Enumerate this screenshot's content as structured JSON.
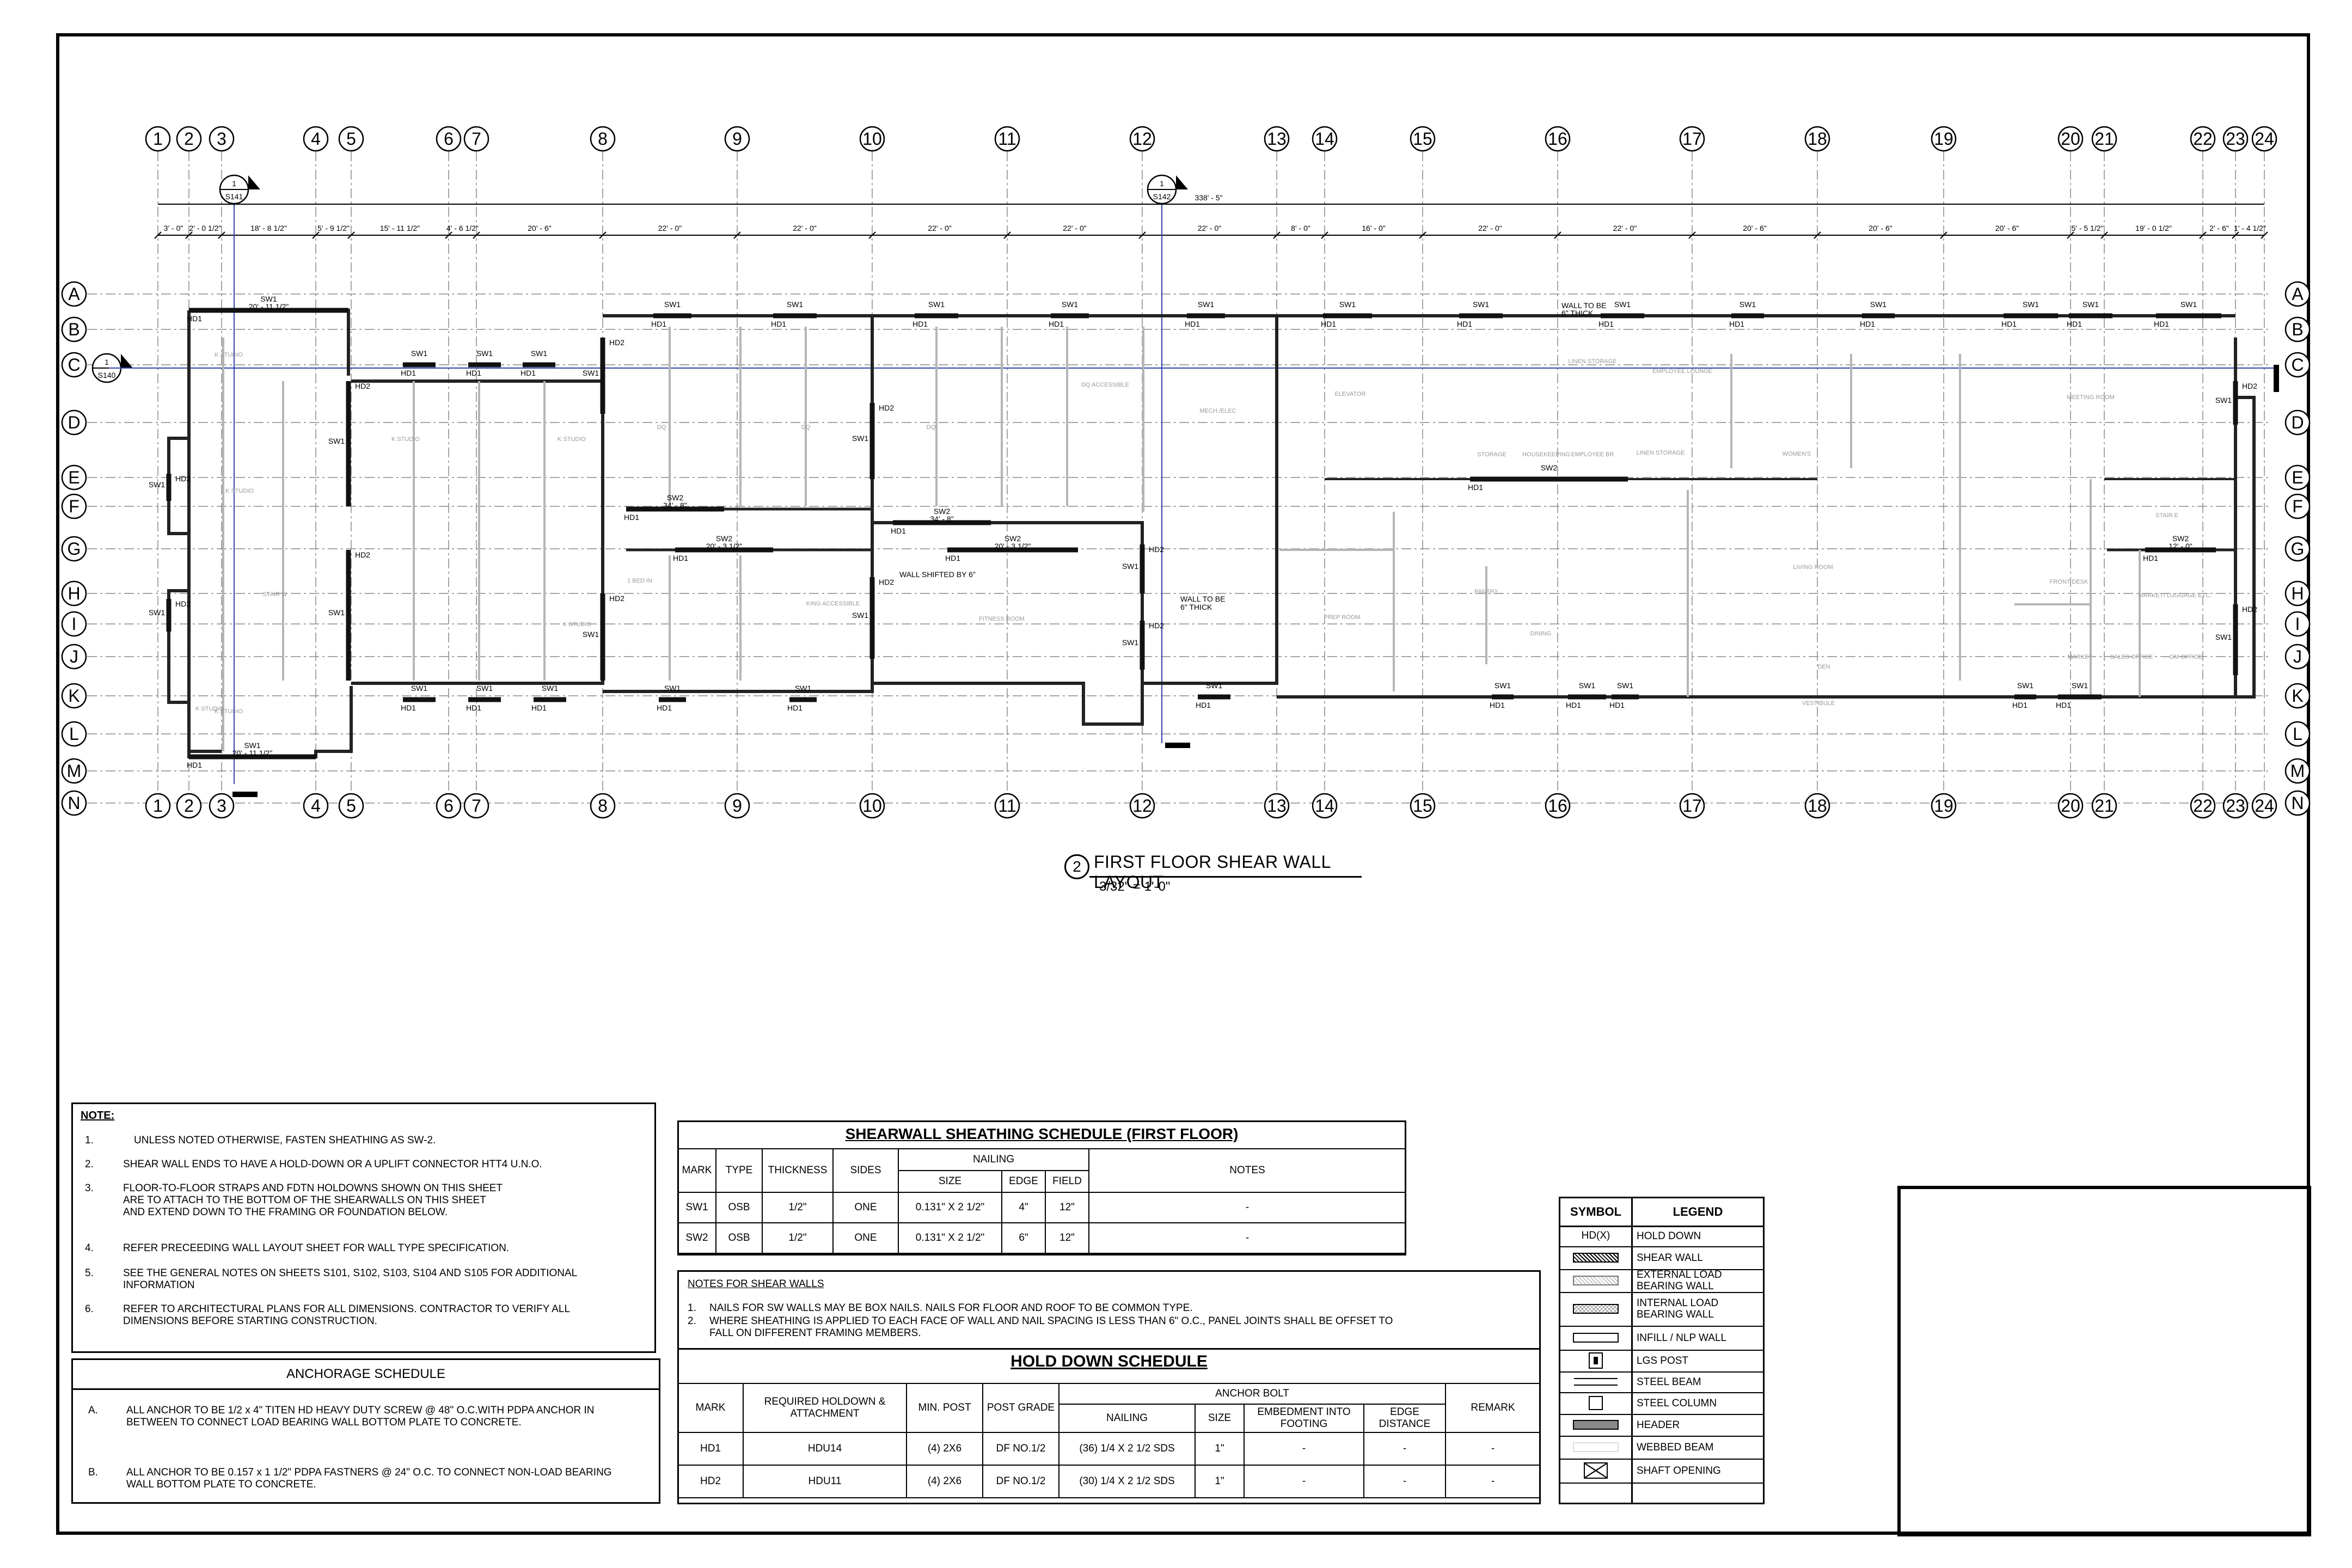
{
  "grid": {
    "columns": [
      "1",
      "2",
      "3",
      "4",
      "5",
      "6",
      "7",
      "8",
      "9",
      "10",
      "11",
      "12",
      "13",
      "14",
      "15",
      "16",
      "17",
      "18",
      "19",
      "20",
      "21",
      "22",
      "23",
      "24"
    ],
    "rows": [
      "A",
      "B",
      "C",
      "D",
      "E",
      "F",
      "G",
      "H",
      "I",
      "J",
      "K",
      "L",
      "M",
      "N"
    ]
  },
  "top_dimensions": [
    "3' - 0\"",
    "2' - 0 1/2\"",
    "18' - 8 1/2\"",
    "5' - 9 1/2\"",
    "15' - 11 1/2\"",
    "4' - 6 1/2\"",
    "20' - 6\"",
    "22' - 0\"",
    "22' - 0\"",
    "22' - 0\"",
    "22' - 0\"",
    "22' - 0\"",
    "8' - 0\"",
    "16' - 0\"",
    "22' - 0\"",
    "22' - 0\"",
    "20' - 6\"",
    "20' - 6\"",
    "20' - 6\"",
    "5' - 5 1/2\"",
    "19' - 0 1/2\"",
    "2' - 6\"",
    "1' - 4 1/2\""
  ],
  "overall_dimension": "338' - 5\"",
  "section_markers": [
    {
      "num": "1",
      "sheet": "S141"
    },
    {
      "num": "1",
      "sheet": "S142"
    },
    {
      "num": "1",
      "sheet": "S140"
    }
  ],
  "plan_labels": {
    "sw1": "SW1",
    "sw2": "SW2",
    "hd1": "HD1",
    "hd2": "HD2",
    "wall_shifted": "WALL SHIFTED BY 6\"",
    "wall_6_thick_1": "WALL TO BE 6\" THICK",
    "wall_6_thick_2": "WALL TO BE 6\" THICK",
    "sw1_top_left": "20' - 11 1/2\"",
    "sw1_bottom_left": "20' - 11 1/2\"",
    "sw2_left_1": "34' - 8\"",
    "sw2_left_2": "20' - 3 1/2\"",
    "sw2_mid_1": "34' - 8\"",
    "sw2_mid_2": "20' - 3 1/2\"",
    "sw2_right": "12' - 0\""
  },
  "rooms": [
    "K STUDIO",
    "K STUDIO",
    "K STUDIO",
    "K STUDIO",
    "K STUDIO",
    "STAIR W",
    "K STUDIO",
    "DQ",
    "DQ",
    "DQ",
    "DQ ACCESSIBLE",
    "MECH./ELEC",
    "ELEVATOR",
    "LINEN STORAGE",
    "EMPLOYEE LOUNGE",
    "STORAGE",
    "HOUSEKEEPING",
    "EMPLOYEE BR",
    "LINEN STORAGE",
    "WOMEN'S",
    "MEETING ROOM",
    "STAIR E",
    "1 BED IN",
    "KING ACCESSIBLE",
    "FITNESS ROOM",
    "PREP ROOM",
    "PANTRY",
    "DINING",
    "LIVING ROOM",
    "FRONT DESK",
    "MARKET/ LUGGAGE ETC.",
    "MARKET",
    "SALES OFFICE",
    "GM OFFICE",
    "VESTIBULE",
    "DEN",
    "K STUDIO"
  ],
  "drawing_title": {
    "number": "2",
    "title": "FIRST FLOOR SHEAR WALL LAYOUT",
    "scale": "3/32\" = 1'-0\""
  },
  "notes": {
    "heading": "NOTE:",
    "items": [
      {
        "n": "1.",
        "text": "UNLESS NOTED OTHERWISE, FASTEN SHEATHING AS SW-2."
      },
      {
        "n": "2.",
        "text": "SHEAR WALL ENDS TO HAVE A HOLD-DOWN OR A UPLIFT CONNECTOR HTT4 U.N.O."
      },
      {
        "n": "3.",
        "text": "FLOOR-TO-FLOOR STRAPS AND FDTN HOLDOWNS SHOWN ON THIS SHEET ARE TO ATTACH TO THE BOTTOM OF THE SHEARWALLS ON THIS SHEET AND EXTEND DOWN TO THE FRAMING OR FOUNDATION BELOW."
      },
      {
        "n": "4.",
        "text": "REFER PRECEEDING WALL LAYOUT SHEET FOR WALL TYPE SPECIFICATION."
      },
      {
        "n": "5.",
        "text": "SEE THE GENERAL NOTES ON SHEETS S101, S102, S103, S104 AND S105 FOR ADDITIONAL INFORMATION"
      },
      {
        "n": "6.",
        "text": "REFER TO ARCHITECTURAL PLANS FOR ALL DIMENSIONS.  CONTRACTOR TO VERIFY ALL DIMENSIONS BEFORE STARTING CONSTRUCTION."
      }
    ]
  },
  "anchorage": {
    "title": "ANCHORAGE SCHEDULE",
    "items": [
      {
        "n": "A.",
        "text": "ALL ANCHOR TO BE 1/2 x 4\" TITEN HD HEAVY DUTY SCREW @ 48\" O.C.WITH PDPA ANCHOR IN BETWEEN TO CONNECT LOAD BEARING WALL BOTTOM PLATE TO CONCRETE."
      },
      {
        "n": "B.",
        "text": "ALL ANCHOR TO BE 0.157 x 1 1/2\" PDPA FASTNERS @ 24\" O.C. TO CONNECT NON-LOAD BEARING WALL BOTTOM PLATE TO CONCRETE."
      }
    ]
  },
  "shearwall_schedule": {
    "title": "SHEARWALL SHEATHING SCHEDULE (FIRST  FLOOR)",
    "headers": {
      "mark": "MARK",
      "type": "TYPE",
      "thickness": "THICKNESS",
      "sides": "SIDES",
      "nailing": "NAILING",
      "size": "SIZE",
      "edge": "EDGE",
      "field": "FIELD",
      "notes": "NOTES"
    },
    "rows": [
      {
        "mark": "SW1",
        "type": "OSB",
        "thickness": "1/2\"",
        "sides": "ONE",
        "size": "0.131\" X 2 1/2\"",
        "edge": "4\"",
        "field": "12\"",
        "notes": "-"
      },
      {
        "mark": "SW2",
        "type": "OSB",
        "thickness": "1/2\"",
        "sides": "ONE",
        "size": "0.131\" X 2 1/2\"",
        "edge": "6\"",
        "field": "12\"",
        "notes": "-"
      }
    ]
  },
  "sw_notes": {
    "heading": "NOTES FOR SHEAR WALLS",
    "items": [
      {
        "n": "1.",
        "text": "NAILS FOR SW WALLS MAY BE BOX NAILS.  NAILS FOR FLOOR AND ROOF TO BE COMMON TYPE."
      },
      {
        "n": "2.",
        "text": "WHERE SHEATHING IS APPLIED TO EACH FACE OF WALL AND NAIL SPACING IS LESS THAN 6\" O.C., PANEL JOINTS SHALL BE OFFSET TO FALL ON DIFFERENT FRAMING MEMBERS."
      }
    ]
  },
  "holddown_schedule": {
    "title": "HOLD DOWN SCHEDULE",
    "headers": {
      "mark": "MARK",
      "required": "REQUIRED HOLDOWN & ATTACHMENT",
      "min_post": "MIN. POST",
      "post_grade": "POST GRADE",
      "anchor_bolt": "ANCHOR BOLT",
      "nailing": "NAILING",
      "size": "SIZE",
      "embedment": "EMBEDMENT INTO FOOTING",
      "edge": "EDGE DISTANCE",
      "remark": "REMARK"
    },
    "rows": [
      {
        "mark": "HD1",
        "required": "HDU14",
        "min_post": "(4) 2X6",
        "post_grade": "DF NO.1/2",
        "nailing": "(36) 1/4 X 2 1/2 SDS",
        "size": "1\"",
        "embedment": "-",
        "edge": "-",
        "remark": "-"
      },
      {
        "mark": "HD2",
        "required": "HDU11",
        "min_post": "(4) 2X6",
        "post_grade": "DF NO.1/2",
        "nailing": "(30) 1/4 X 2 1/2 SDS",
        "size": "1\"",
        "embedment": "-",
        "edge": "-",
        "remark": "-"
      }
    ]
  },
  "legend": {
    "symbol_header": "SYMBOL",
    "legend_header": "LEGEND",
    "items": [
      {
        "symbol": "HD(X)",
        "label": "HOLD DOWN",
        "icon": "text"
      },
      {
        "symbol": "",
        "label": "SHEAR WALL",
        "icon": "hatch-dark"
      },
      {
        "symbol": "",
        "label": "EXTERNAL LOAD BEARING WALL",
        "icon": "hatch-light"
      },
      {
        "symbol": "",
        "label": "INTERNAL LOAD BEARING WALL",
        "icon": "crosshatch"
      },
      {
        "symbol": "",
        "label": "INFILL / NLP WALL",
        "icon": "plain"
      },
      {
        "symbol": "",
        "label": "LGS POST",
        "icon": "post"
      },
      {
        "symbol": "",
        "label": "STEEL BEAM",
        "icon": "double-line"
      },
      {
        "symbol": "",
        "label": "STEEL COLUMN",
        "icon": "square"
      },
      {
        "symbol": "",
        "label": "HEADER",
        "icon": "grey-fill"
      },
      {
        "symbol": "",
        "label": "WEBBED BEAM",
        "icon": "faint"
      },
      {
        "symbol": "",
        "label": "SHAFT OPENING",
        "icon": "x-box"
      }
    ]
  }
}
